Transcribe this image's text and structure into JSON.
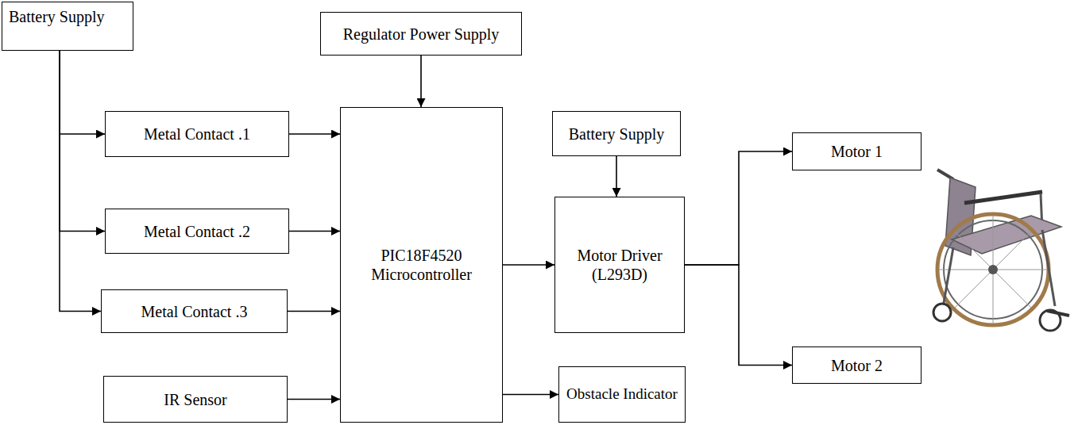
{
  "diagram": {
    "nodes": [
      {
        "text": [
          "Battery Supply"
        ]
      },
      {
        "text": [
          "Regulator Power Supply"
        ]
      },
      {
        "text": [
          "Metal Contact .1"
        ]
      },
      {
        "text": [
          "Metal Contact .2"
        ]
      },
      {
        "text": [
          "Metal Contact .3"
        ]
      },
      {
        "text": [
          "IR Sensor"
        ]
      },
      {
        "text": [
          "PIC18F4520 Microcontroller"
        ]
      },
      {
        "text": [
          "Battery Supply"
        ]
      },
      {
        "text": [
          "Motor Driver (L293D)"
        ]
      },
      {
        "text": [
          "Motor 1"
        ]
      },
      {
        "text": [
          "Motor 2"
        ]
      },
      {
        "text": [
          "Obstacle Indicator"
        ]
      }
    ],
    "edges": [
      {
        "from": 0,
        "to": 2,
        "arrow": "to"
      },
      {
        "from": 0,
        "to": 3,
        "arrow": "to"
      },
      {
        "from": 0,
        "to": 4,
        "arrow": "to"
      },
      {
        "from": 1,
        "to": 6,
        "arrow": "to"
      },
      {
        "from": 2,
        "to": 6,
        "arrow": "to"
      },
      {
        "from": 3,
        "to": 6,
        "arrow": "to"
      },
      {
        "from": 4,
        "to": 6,
        "arrow": "to"
      },
      {
        "from": 5,
        "to": 6,
        "arrow": "to"
      },
      {
        "from": 6,
        "to": 8,
        "arrow": "to"
      },
      {
        "from": 6,
        "to": 11,
        "arrow": "to"
      },
      {
        "from": 7,
        "to": 8,
        "arrow": "to"
      },
      {
        "from": 8,
        "to": 9,
        "arrow": "to"
      },
      {
        "from": 8,
        "to": 10,
        "arrow": "to"
      }
    ]
  }
}
